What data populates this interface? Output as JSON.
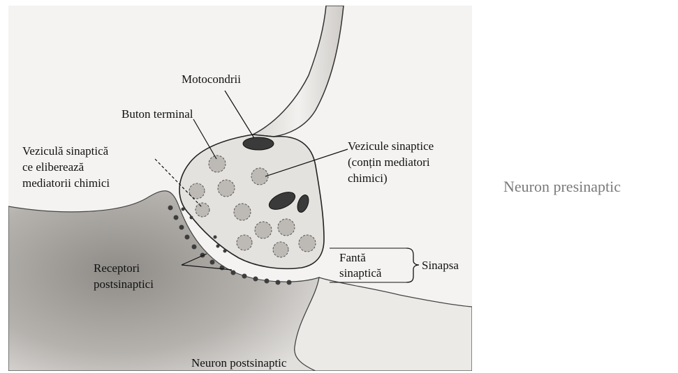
{
  "diagram": {
    "labels": {
      "mitochondria": "Motocondrii",
      "terminal_button": "Buton terminal",
      "releasing_vesicle": [
        "Veziculă sinaptică",
        "ce eliberează",
        "mediatorii chimici"
      ],
      "synaptic_vesicles": [
        "Vezicule sinaptice",
        "(conțin mediatori",
        "chimici)"
      ],
      "synaptic_cleft": [
        "Fantă",
        "sinaptică"
      ],
      "synapse": "Sinapsa",
      "postsynaptic_receptors": [
        "Receptori",
        "postsinaptici"
      ],
      "postsynaptic_neuron": "Neuron postsinaptic"
    },
    "side_label": "Neuron presinaptic"
  }
}
